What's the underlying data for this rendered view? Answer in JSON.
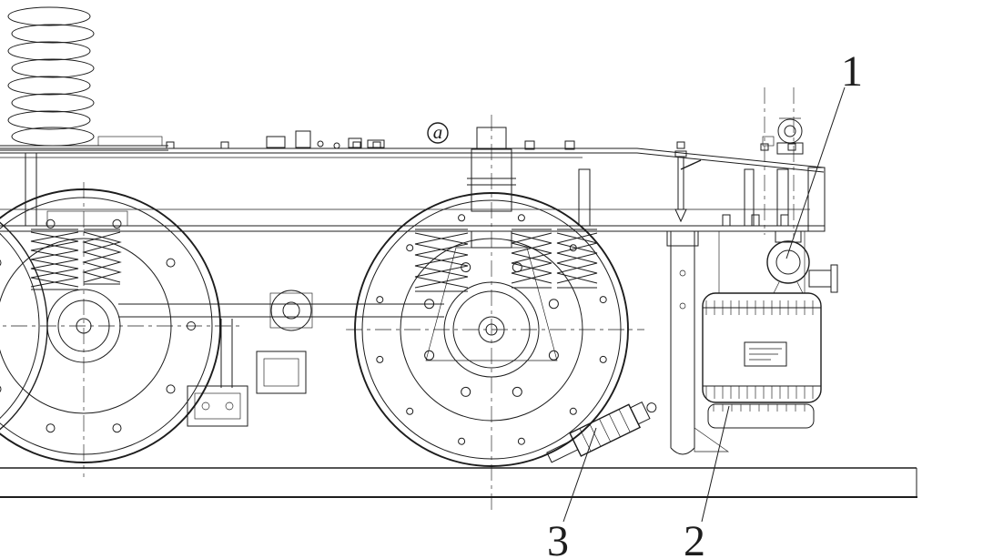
{
  "colors": {
    "background": "#ffffff",
    "ink": "#1d1d1d"
  },
  "figure": {
    "callouts": [
      "1",
      "2",
      "3"
    ],
    "detail_marker": "a"
  }
}
